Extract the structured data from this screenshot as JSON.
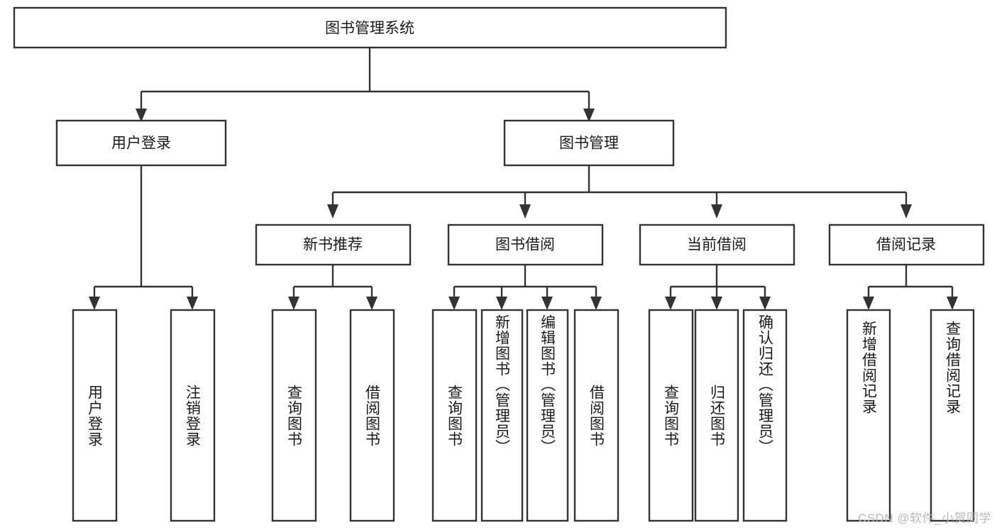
{
  "diagram": {
    "title": "图书管理系统",
    "type": "tree-hierarchy",
    "watermark": "CSDN @软件_小贺同学",
    "colors": {
      "stroke": "#333333",
      "fill": "#ffffff",
      "text": "#1a1a1a",
      "watermark": "#b9b9b9"
    },
    "levels": {
      "root": "图书管理系统",
      "level2": [
        "用户登录",
        "图书管理"
      ],
      "level3": [
        "新书推荐",
        "图书借阅",
        "当前借阅",
        "借阅记录"
      ]
    },
    "nodes": {
      "root": {
        "label": "图书管理系统",
        "orientation": "horizontal"
      },
      "user_login": {
        "label": "用户登录",
        "orientation": "horizontal"
      },
      "book_manage": {
        "label": "图书管理",
        "orientation": "horizontal"
      },
      "new_book_rec": {
        "label": "新书推荐",
        "orientation": "horizontal"
      },
      "book_borrow": {
        "label": "图书借阅",
        "orientation": "horizontal"
      },
      "current_borrow": {
        "label": "当前借阅",
        "orientation": "horizontal"
      },
      "borrow_record": {
        "label": "借阅记录",
        "orientation": "horizontal"
      },
      "leaf_user_login": {
        "label": "用户登录",
        "orientation": "vertical"
      },
      "leaf_logout": {
        "label": "注销登录",
        "orientation": "vertical"
      },
      "leaf_query_book_1": {
        "label": "查询图书",
        "orientation": "vertical"
      },
      "leaf_borrow_book_1": {
        "label": "借阅图书",
        "orientation": "vertical"
      },
      "leaf_query_book_2": {
        "label": "查询图书",
        "orientation": "vertical"
      },
      "leaf_add_book": {
        "label": "新增图书（管理员）",
        "orientation": "vertical"
      },
      "leaf_edit_book": {
        "label": "编辑图书（管理员）",
        "orientation": "vertical"
      },
      "leaf_borrow_book_2": {
        "label": "借阅图书",
        "orientation": "vertical"
      },
      "leaf_query_book_3": {
        "label": "查询图书",
        "orientation": "vertical"
      },
      "leaf_return_book": {
        "label": "归还图书",
        "orientation": "vertical"
      },
      "leaf_confirm_return": {
        "label": "确认归还（管理员）",
        "orientation": "vertical"
      },
      "leaf_add_record": {
        "label": "新增借阅记录",
        "orientation": "vertical"
      },
      "leaf_query_record": {
        "label": "查询借阅记录",
        "orientation": "vertical"
      }
    },
    "edges": [
      {
        "from": "图书管理系统",
        "to": "用户登录"
      },
      {
        "from": "图书管理系统",
        "to": "图书管理"
      },
      {
        "from": "用户登录",
        "to": "用户登录"
      },
      {
        "from": "用户登录",
        "to": "注销登录"
      },
      {
        "from": "图书管理",
        "to": "新书推荐"
      },
      {
        "from": "图书管理",
        "to": "图书借阅"
      },
      {
        "from": "图书管理",
        "to": "当前借阅"
      },
      {
        "from": "图书管理",
        "to": "借阅记录"
      },
      {
        "from": "新书推荐",
        "to": "查询图书"
      },
      {
        "from": "新书推荐",
        "to": "借阅图书"
      },
      {
        "from": "图书借阅",
        "to": "查询图书"
      },
      {
        "from": "图书借阅",
        "to": "新增图书（管理员）"
      },
      {
        "from": "图书借阅",
        "to": "编辑图书（管理员）"
      },
      {
        "from": "图书借阅",
        "to": "借阅图书"
      },
      {
        "from": "当前借阅",
        "to": "查询图书"
      },
      {
        "from": "当前借阅",
        "to": "归还图书"
      },
      {
        "from": "当前借阅",
        "to": "确认归还（管理员）"
      },
      {
        "from": "借阅记录",
        "to": "新增借阅记录"
      },
      {
        "from": "借阅记录",
        "to": "查询借阅记录"
      }
    ]
  }
}
